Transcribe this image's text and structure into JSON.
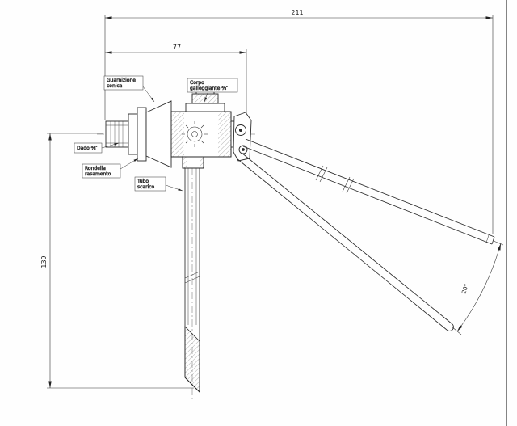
{
  "dimensions": {
    "overall_length": "211",
    "body_length": "77",
    "tube_height": "139",
    "swing_angle": "20°"
  },
  "labels": {
    "gasket_line1": "Guarnizione",
    "gasket_line2": "conica",
    "body_line1": "Corpo",
    "body_line2": "galleggiante ⅜″",
    "nut": "Dado ⅜″",
    "washer_line1": "Rondella",
    "washer_line2": "rasamento",
    "tube_line1": "Tubo",
    "tube_line2": "scarico"
  },
  "colors": {
    "line": "#2a2a2a",
    "dim": "#333333",
    "frame": "#777777"
  }
}
